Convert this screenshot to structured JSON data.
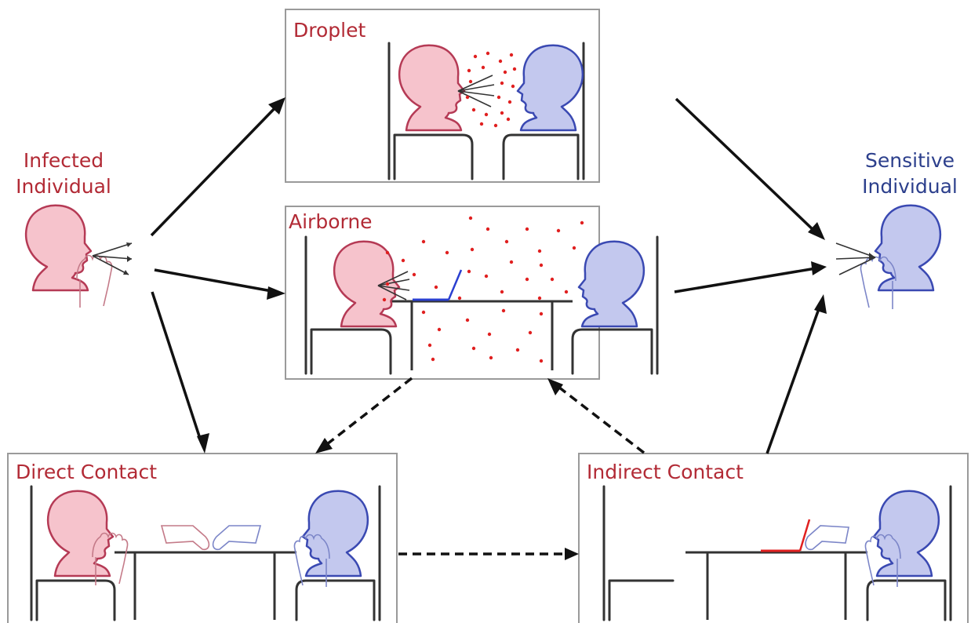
{
  "labels": {
    "infected_line1": "Infected",
    "infected_line2": "Individual",
    "sensitive_line1": "Sensitive",
    "sensitive_line2": "Individual",
    "droplet": "Droplet",
    "airborne": "Airborne",
    "direct_contact": "Direct Contact",
    "indirect_contact": "Indirect Contact"
  },
  "colors": {
    "infected_fill": "#f6c3cc",
    "infected_stroke": "#b53a55",
    "sensitive_fill": "#c3c8ee",
    "sensitive_stroke": "#3a49b2",
    "label_red": "#b22a35",
    "label_blue": "#2c3f8c",
    "droplet": "#e02020"
  },
  "edges": [
    {
      "from": "infected",
      "to": "droplet",
      "style": "solid"
    },
    {
      "from": "infected",
      "to": "airborne",
      "style": "solid"
    },
    {
      "from": "infected",
      "to": "direct_contact",
      "style": "solid"
    },
    {
      "from": "droplet",
      "to": "sensitive",
      "style": "solid"
    },
    {
      "from": "airborne",
      "to": "sensitive",
      "style": "solid"
    },
    {
      "from": "indirect_contact",
      "to": "sensitive",
      "style": "solid"
    },
    {
      "from": "airborne",
      "to": "direct_contact",
      "style": "dashed"
    },
    {
      "from": "indirect_contact",
      "to": "airborne",
      "style": "dashed"
    },
    {
      "from": "direct_contact",
      "to": "indirect_contact",
      "style": "dashed"
    }
  ]
}
